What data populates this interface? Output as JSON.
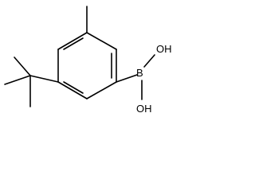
{
  "molecule": {
    "atoms": {
      "boron": "B",
      "hydroxyl_top": "OH",
      "hydroxyl_bottom": "OH"
    },
    "colors": {
      "bond": "#000000",
      "label": "#000000",
      "background": "#ffffff"
    }
  }
}
